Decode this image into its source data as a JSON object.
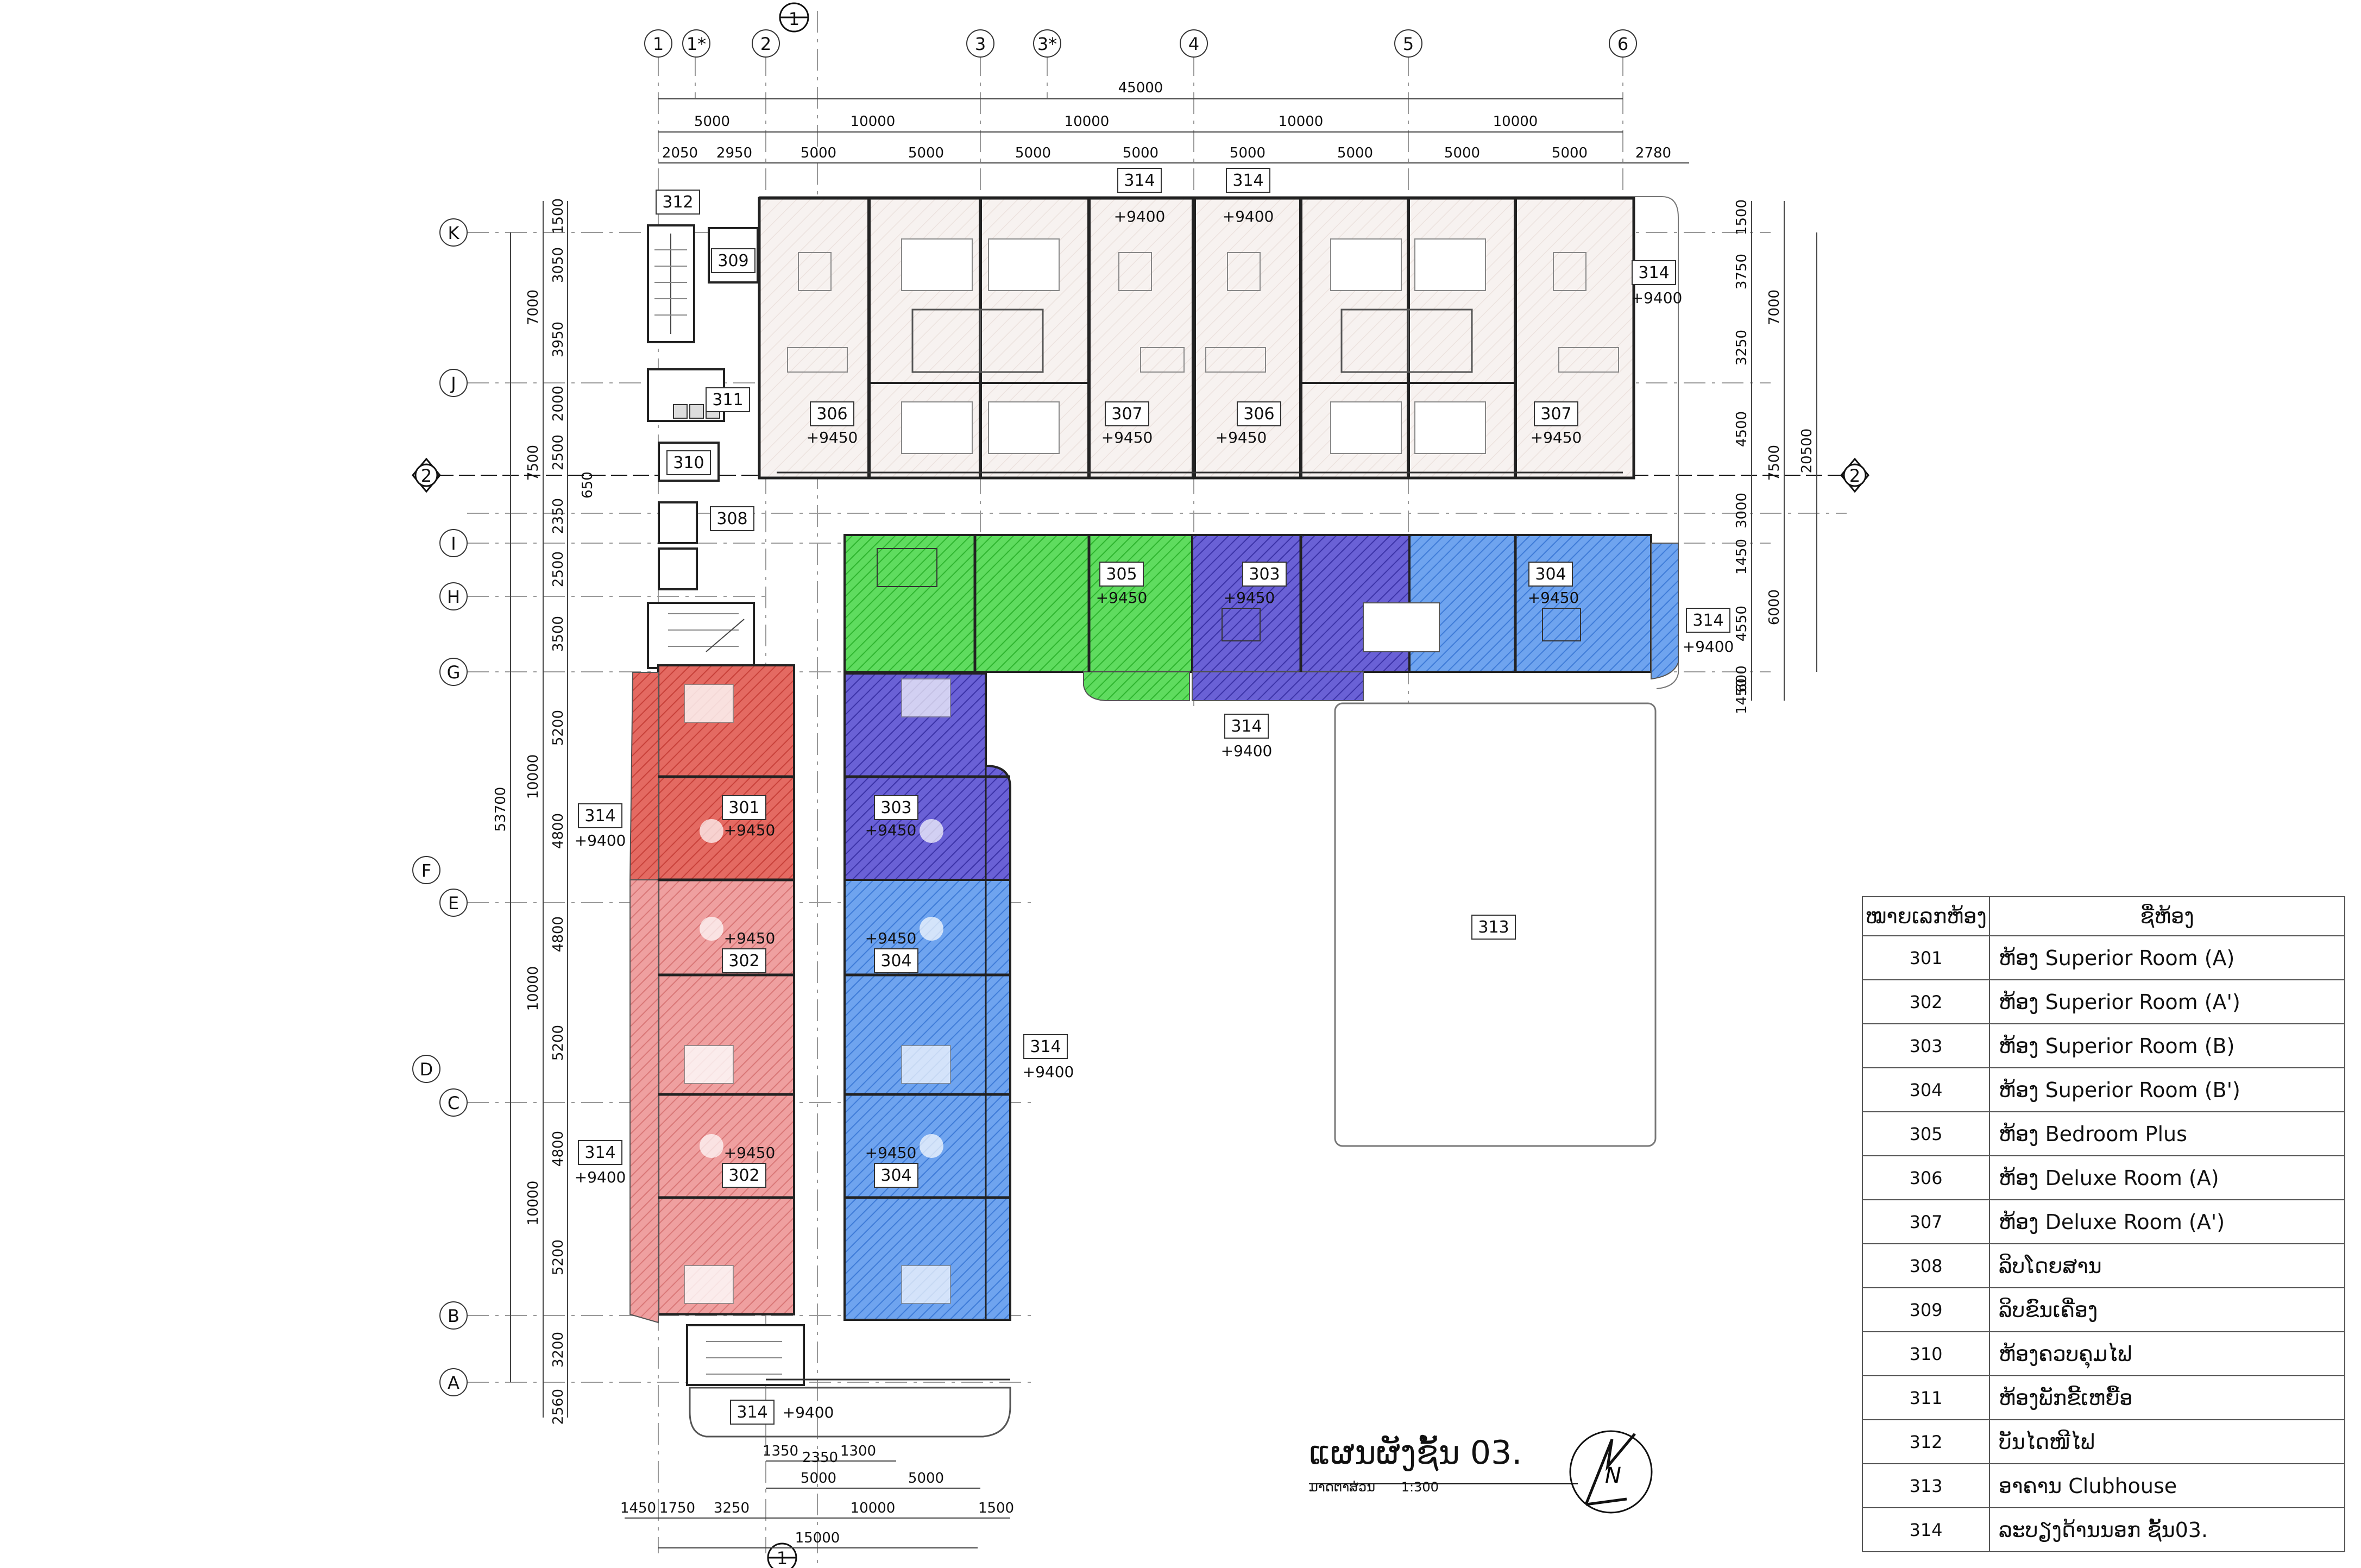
{
  "grid_columns": [
    "1",
    "1*",
    "2",
    "3",
    "3*",
    "4",
    "5",
    "6"
  ],
  "grid_rows": [
    "K",
    "J",
    "I",
    "H",
    "G",
    "F",
    "E",
    "D",
    "C",
    "B",
    "A"
  ],
  "section_markers": {
    "one": "1",
    "two": "2"
  },
  "top_dimensions": {
    "overall": "45000",
    "row1": [
      "5000",
      "10000",
      "10000",
      "10000",
      "10000"
    ],
    "row2": [
      "2050",
      "2950",
      "5000",
      "5000",
      "5000",
      "5000",
      "5000",
      "5000",
      "5000",
      "5000",
      "2780"
    ]
  },
  "left_dimensions": {
    "overall": "53700",
    "outer": [
      "7000",
      "7500",
      "10000",
      "10000",
      "10000"
    ],
    "inner": [
      "1500",
      "3050",
      "3950",
      "2000",
      "2500",
      "650",
      "2350",
      "2500",
      "3500",
      "5200",
      "4800",
      "4800",
      "5200",
      "4800",
      "5200",
      "3200",
      "2560"
    ]
  },
  "right_dimensions": {
    "overall": "20500",
    "outer": [
      "7000",
      "7500",
      "6000"
    ],
    "inner": [
      "1500",
      "3750",
      "3250",
      "4500",
      "3000",
      "1450",
      "4550",
      "600",
      "1450"
    ]
  },
  "bottom_dimensions": {
    "row1": [
      "1350",
      "2350",
      "1300"
    ],
    "row2": [
      "5000",
      "5000"
    ],
    "row3": [
      "1450",
      "1750",
      "3250",
      "10000",
      "1500"
    ],
    "overall": "15000"
  },
  "room_tags": [
    {
      "label": "312"
    },
    {
      "label": "309"
    },
    {
      "label": "311"
    },
    {
      "label": "310"
    },
    {
      "label": "308"
    },
    {
      "label": "306",
      "elev": "+9450"
    },
    {
      "label": "307",
      "elev": "+9450"
    },
    {
      "label": "306",
      "elev": "+9450"
    },
    {
      "label": "307",
      "elev": "+9450"
    },
    {
      "label": "314",
      "elev": "+9400"
    },
    {
      "label": "314",
      "elev": "+9400"
    },
    {
      "label": "314",
      "elev": "+9400"
    },
    {
      "label": "305",
      "elev": "+9450"
    },
    {
      "label": "303",
      "elev": "+9450"
    },
    {
      "label": "304",
      "elev": "+9450"
    },
    {
      "label": "314",
      "elev": "+9400"
    },
    {
      "label": "314",
      "elev": "+9400"
    },
    {
      "label": "301",
      "elev": "+9450"
    },
    {
      "label": "314",
      "elev": "+9400"
    },
    {
      "label": "303",
      "elev": "+9450"
    },
    {
      "label": "302",
      "elev": "+9450"
    },
    {
      "label": "304",
      "elev": "+9450"
    },
    {
      "label": "314",
      "elev": "+9400"
    },
    {
      "label": "314",
      "elev": "+9400"
    },
    {
      "label": "302",
      "elev": "+9450"
    },
    {
      "label": "304",
      "elev": "+9450"
    },
    {
      "label": "313"
    },
    {
      "label": "314",
      "elev": "+9400"
    }
  ],
  "legend": {
    "header_num": "ໝາຍເລກຫ້ອງ",
    "header_name": "ຊື່ຫ້ອງ",
    "rows": [
      {
        "num": "301",
        "name": "ຫ້ອງ  Superior Room (A)"
      },
      {
        "num": "302",
        "name": "ຫ້ອງ  Superior Room (A')"
      },
      {
        "num": "303",
        "name": "ຫ້ອງ  Superior Room (B)"
      },
      {
        "num": "304",
        "name": "ຫ້ອງ  Superior Room (B')"
      },
      {
        "num": "305",
        "name": "ຫ້ອງ  Bedroom Plus"
      },
      {
        "num": "306",
        "name": "ຫ້ອງ  Deluxe Room (A)"
      },
      {
        "num": "307",
        "name": "ຫ້ອງ  Deluxe Room (A')"
      },
      {
        "num": "308",
        "name": "ລິບໂດຍສານ"
      },
      {
        "num": "309",
        "name": "ລິບຂົນເຄື່ອງ"
      },
      {
        "num": "310",
        "name": "ຫ້ອງຄວບຄຸມໄຟ"
      },
      {
        "num": "311",
        "name": "ຫ້ອງພັກຂີ້ເຫຍື້ອ"
      },
      {
        "num": "312",
        "name": "ບັນໄດໜີໄຟ"
      },
      {
        "num": "313",
        "name": "ອາຄານ  Clubhouse"
      },
      {
        "num": "314",
        "name": "ລະບຽງດ້ານນອກ  ຊັ້ນ03."
      }
    ]
  },
  "title": {
    "main": "ແຜນຜັງຊັ້ນ 03.",
    "scale_label": "ມາດຕາສ່ວນ",
    "scale_value": "1:300"
  },
  "north_arrow": "N",
  "colors": {
    "room_301_302": "#e0574f",
    "room_302_light": "#eb8f8f",
    "room_303": "#5148c8",
    "room_304": "#4d8ae6",
    "room_305": "#3fcf3f",
    "room_306_307": "#f4efec"
  }
}
